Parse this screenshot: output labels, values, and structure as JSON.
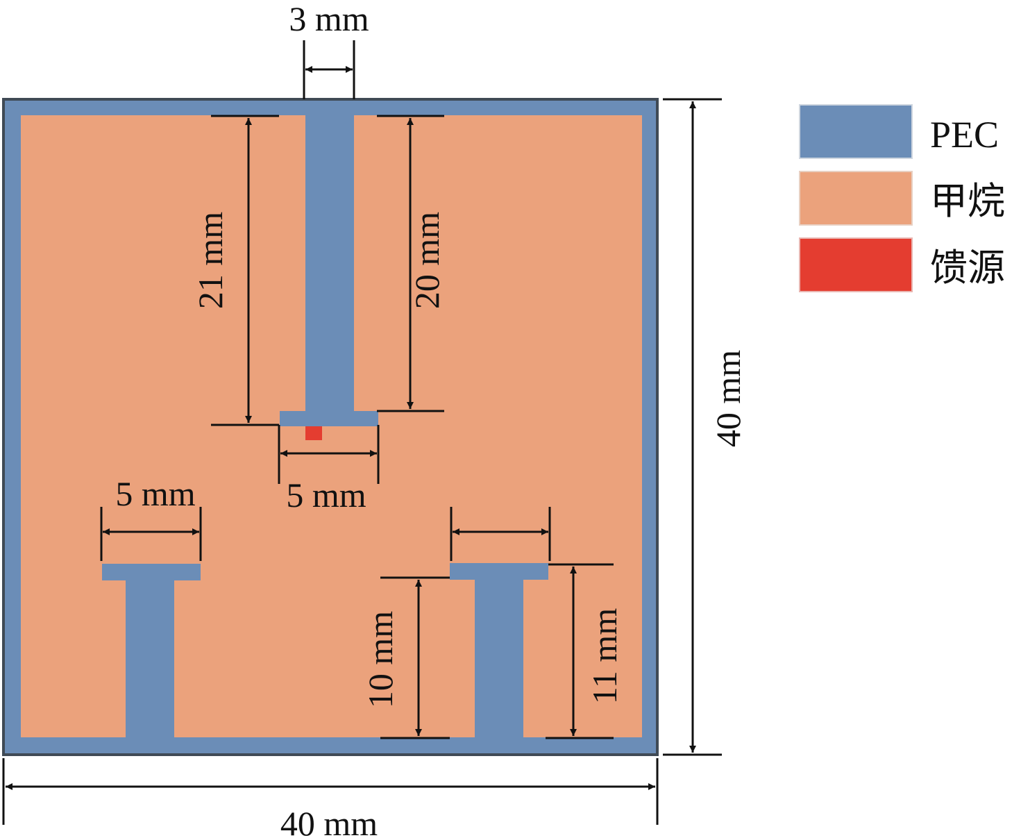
{
  "colors": {
    "pec": "#6b8db7",
    "methane": "#eba27c",
    "feed": "#e43d30",
    "outline": "#404a55",
    "ink": "#111111"
  },
  "legend": [
    {
      "label": "PEC",
      "color": "#6b8db7"
    },
    {
      "label": "甲烷",
      "color": "#eba27c"
    },
    {
      "label": "馈源",
      "color": "#e43d30"
    }
  ],
  "dimensions": {
    "top_stub_width": "3 mm",
    "top_length_left": "21 mm",
    "top_length_right": "20 mm",
    "top_cap_width": "5 mm",
    "left_cap_width": "5 mm",
    "right_length_inner": "10 mm",
    "right_length_outer": "11 mm",
    "total_width": "40 mm",
    "total_height": "40 mm"
  }
}
